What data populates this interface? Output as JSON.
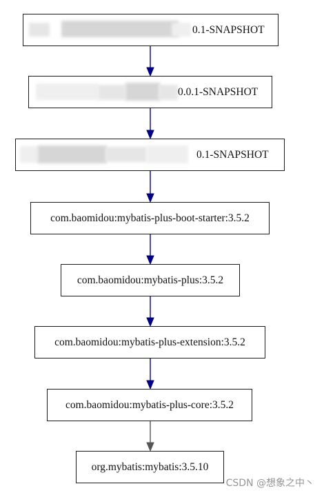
{
  "diagram": {
    "nodes": [
      {
        "id": "n1",
        "label": "0.1-SNAPSHOT",
        "redacted": true
      },
      {
        "id": "n2",
        "label": "0.0.1-SNAPSHOT",
        "redacted": true
      },
      {
        "id": "n3",
        "label": "0.1-SNAPSHOT",
        "redacted": true
      },
      {
        "id": "n4",
        "label": "com.baomidou:mybatis-plus-boot-starter:3.5.2"
      },
      {
        "id": "n5",
        "label": "com.baomidou:mybatis-plus:3.5.2"
      },
      {
        "id": "n6",
        "label": "com.baomidou:mybatis-plus-extension:3.5.2"
      },
      {
        "id": "n7",
        "label": "com.baomidou:mybatis-plus-core:3.5.2"
      },
      {
        "id": "n8",
        "label": "org.mybatis:mybatis:3.5.10"
      }
    ],
    "edges": [
      {
        "from": "n1",
        "to": "n2",
        "color": "#000080"
      },
      {
        "from": "n2",
        "to": "n3",
        "color": "#000080"
      },
      {
        "from": "n3",
        "to": "n4",
        "color": "#000080"
      },
      {
        "from": "n4",
        "to": "n5",
        "color": "#000080"
      },
      {
        "from": "n5",
        "to": "n6",
        "color": "#000080"
      },
      {
        "from": "n6",
        "to": "n7",
        "color": "#000080"
      },
      {
        "from": "n7",
        "to": "n8",
        "color": "#555555"
      }
    ]
  },
  "watermark": "CSDN @想象之中丶"
}
